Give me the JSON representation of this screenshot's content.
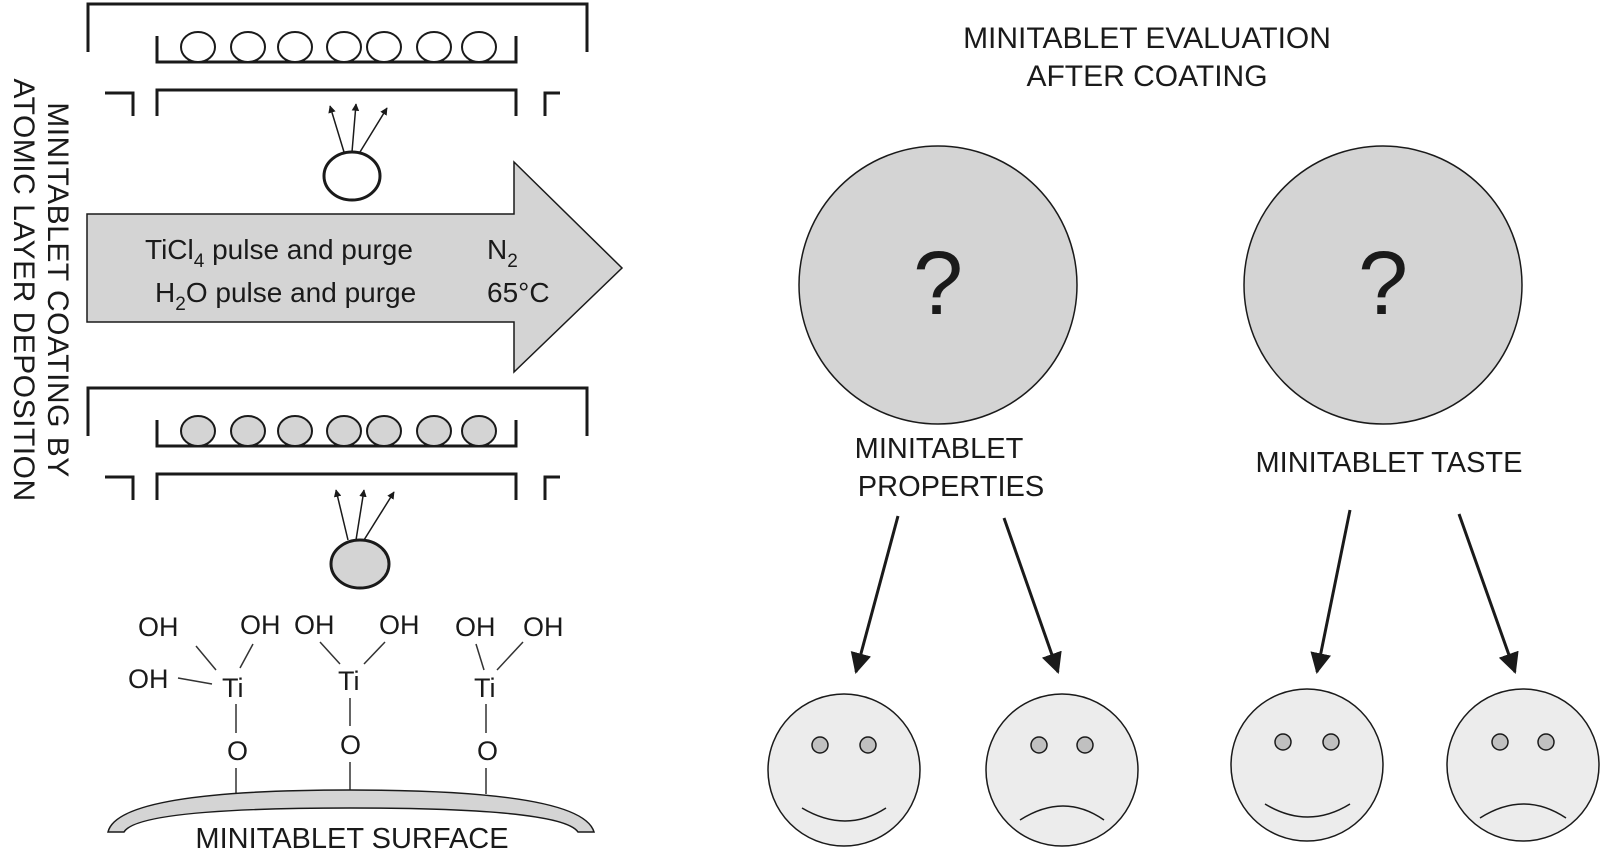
{
  "side_title": {
    "line1": "MINITABLET COATING BY",
    "line2": "ATOMIC LAYER DEPOSITION"
  },
  "arrow": {
    "line1_a": "TiCl",
    "line1_sub": "4",
    "line1_b": " pulse and purge",
    "line1_gas": "N",
    "line1_gas_sub": "2",
    "line2_a": "H",
    "line2_sub": "2",
    "line2_b": "O pulse and purge",
    "line2_temp": "65°C"
  },
  "surface": {
    "label": "MINITABLET SURFACE",
    "oh": "OH",
    "ti": "Ti",
    "o": "O"
  },
  "evaluation": {
    "title_line1": "MINITABLET EVALUATION",
    "title_line2": "AFTER COATING",
    "question": "?",
    "properties_line1": "MINITABLET",
    "properties_line2": "PROPERTIES",
    "taste": "MINITABLET TASTE"
  },
  "colors": {
    "fill_gray": "#d4d4d4",
    "face_fill": "#ececec",
    "stroke": "#1a1a1a",
    "text": "#1a1a1a"
  }
}
